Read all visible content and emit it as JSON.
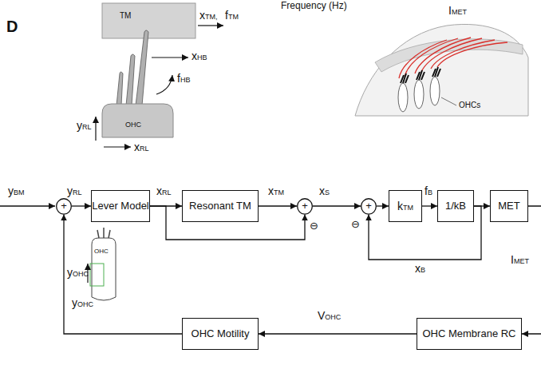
{
  "diagram": {
    "nodes": [
      {
        "text": [
          "+"
        ]
      },
      {
        "text": [
          "Lever Model"
        ]
      },
      {
        "text": [
          "Resonant TM"
        ]
      },
      {
        "text": [
          "+"
        ]
      },
      {
        "text": [
          "+"
        ]
      },
      {
        "text": [
          "kTM"
        ]
      },
      {
        "text": [
          "1/kB"
        ]
      },
      {
        "text": [
          "MET"
        ]
      },
      {
        "text": [
          "OHC Motility"
        ]
      },
      {
        "text": [
          "OHC Membrane RC"
        ]
      }
    ],
    "edges": [
      {
        "from": 0,
        "to": 1,
        "arrow": "to"
      },
      {
        "from": 1,
        "to": 2,
        "arrow": "to"
      },
      {
        "from": 2,
        "to": 3,
        "arrow": "to"
      },
      {
        "from": 1,
        "to": 3,
        "arrow": "to"
      },
      {
        "from": 3,
        "to": 4,
        "arrow": "to"
      },
      {
        "from": 4,
        "to": 5,
        "arrow": "to"
      },
      {
        "from": 5,
        "to": 6,
        "arrow": "to"
      },
      {
        "from": 6,
        "to": 7,
        "arrow": "to"
      },
      {
        "from": 6,
        "to": 4,
        "arrow": "to"
      },
      {
        "from": 7,
        "to": 9,
        "arrow": "to"
      },
      {
        "from": 9,
        "to": 8,
        "arrow": "to"
      },
      {
        "from": 8,
        "to": 0,
        "arrow": "to"
      }
    ],
    "labels": [
      "Frequency (Hz)",
      "D",
      "TM",
      "xTM,",
      "fTM",
      "xHB",
      "fHB",
      "yRL",
      "xRL",
      "OHC",
      "IMET",
      "OHCs",
      "yBM",
      "yRL",
      "xRL",
      "xTM",
      "xS",
      "fB",
      "⊖",
      "⊖",
      "xB",
      "IMET",
      "OHC",
      "yOHC",
      "yOHC",
      "VOHC"
    ]
  }
}
